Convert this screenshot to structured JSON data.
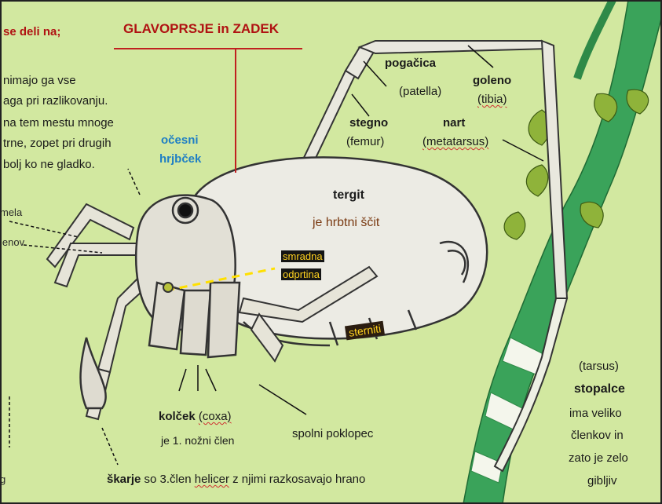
{
  "title": {
    "intro": "se deli na;",
    "main": "GLAVOPRSJE   in   ZADEK"
  },
  "left_text": {
    "line1": "nimajo ga vse",
    "line2": "aga pri razlikovanju.",
    "line3": "na tem mestu mnoge",
    "line4": "trne, zopet pri drugih",
    "line5": "bolj ko ne gladko.",
    "mela": "mela",
    "lenov": "lenov",
    "g": "g"
  },
  "labels": {
    "ocesni": "očesni",
    "hribcek": "hrjbček",
    "pogacica": "pogačica",
    "patella": "(patella)",
    "goleno": "goleno",
    "tibia": "(tibia)",
    "stegno": "stegno",
    "femur": "(femur)",
    "nart": "nart",
    "metatarsus": "(metatarsus)",
    "tergit": "tergit",
    "tergit_desc": "je hrbtni ščit",
    "smradna": "smradna",
    "odprtina": "odprtina",
    "sterniti": "sterniti",
    "tarsus": "(tarsus)",
    "stopalce": "stopalce",
    "stopalce_l1": "ima veliko",
    "stopalce_l2": "členkov in",
    "stopalce_l3": "zato je zelo",
    "stopalce_l4": "gibljiv",
    "kolcek": "kolček",
    "coxa": "(coxa)",
    "kolcek_desc": "je 1. nožni člen",
    "spolni": "spolni poklopec",
    "skarje": "škarje",
    "skarje_desc1": " so 3.člen ",
    "helicer": "helicer",
    "skarje_desc2": " z njimi razkosavajo hrano"
  },
  "colors": {
    "background": "#d2e8a0",
    "title_red": "#b01212",
    "accent_blue": "#1f7fc4",
    "brown_text": "#7a3a12",
    "highlight_yellow": "#ffd21f"
  }
}
